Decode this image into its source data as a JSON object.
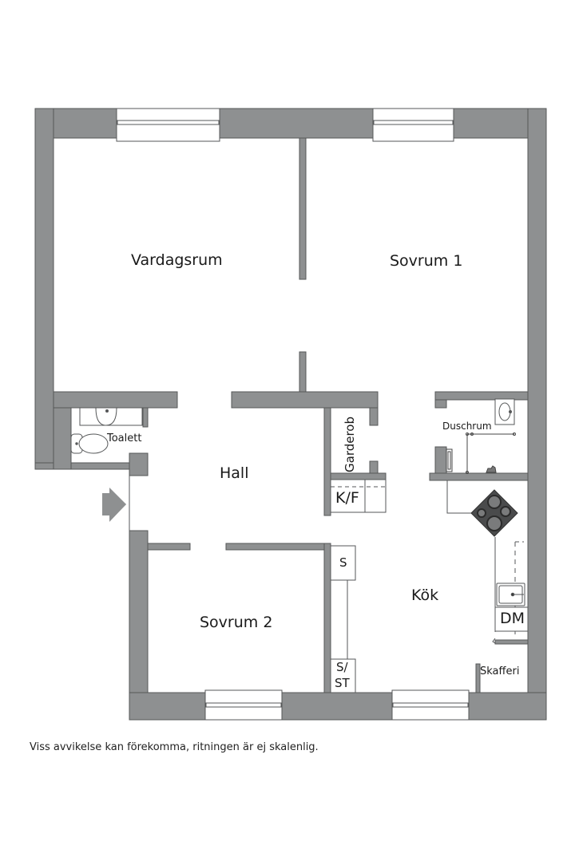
{
  "floorplan": {
    "wall_color": "#8e9091",
    "wall_stroke": "#555758",
    "floor_color": "#ffffff",
    "rooms": [
      {
        "id": "vardagsrum",
        "label": "Vardagsrum"
      },
      {
        "id": "sovrum1",
        "label": "Sovrum 1"
      },
      {
        "id": "hall",
        "label": "Hall"
      },
      {
        "id": "sovrum2",
        "label": "Sovrum 2"
      },
      {
        "id": "kok",
        "label": "Kök"
      },
      {
        "id": "toalett",
        "label": "Toalett"
      },
      {
        "id": "duschrum",
        "label": "Duschrum"
      },
      {
        "id": "garderob",
        "label": "Garderob"
      },
      {
        "id": "skafferi",
        "label": "Skafferi"
      }
    ],
    "fixtures": [
      {
        "id": "kf",
        "label": "K/F"
      },
      {
        "id": "s",
        "label": "S"
      },
      {
        "id": "sst_top",
        "label": "S/"
      },
      {
        "id": "sst_bottom",
        "label": "ST"
      },
      {
        "id": "dm",
        "label": "DM"
      }
    ],
    "icons": [
      "entrance-arrow-icon",
      "stove-icon",
      "sink-icon",
      "toilet-icon",
      "washbasin-icon",
      "shower-icon",
      "window-icon"
    ]
  },
  "footer": {
    "disclaimer": "Viss avvikelse kan förekomma, ritningen är ej skalenlig."
  }
}
